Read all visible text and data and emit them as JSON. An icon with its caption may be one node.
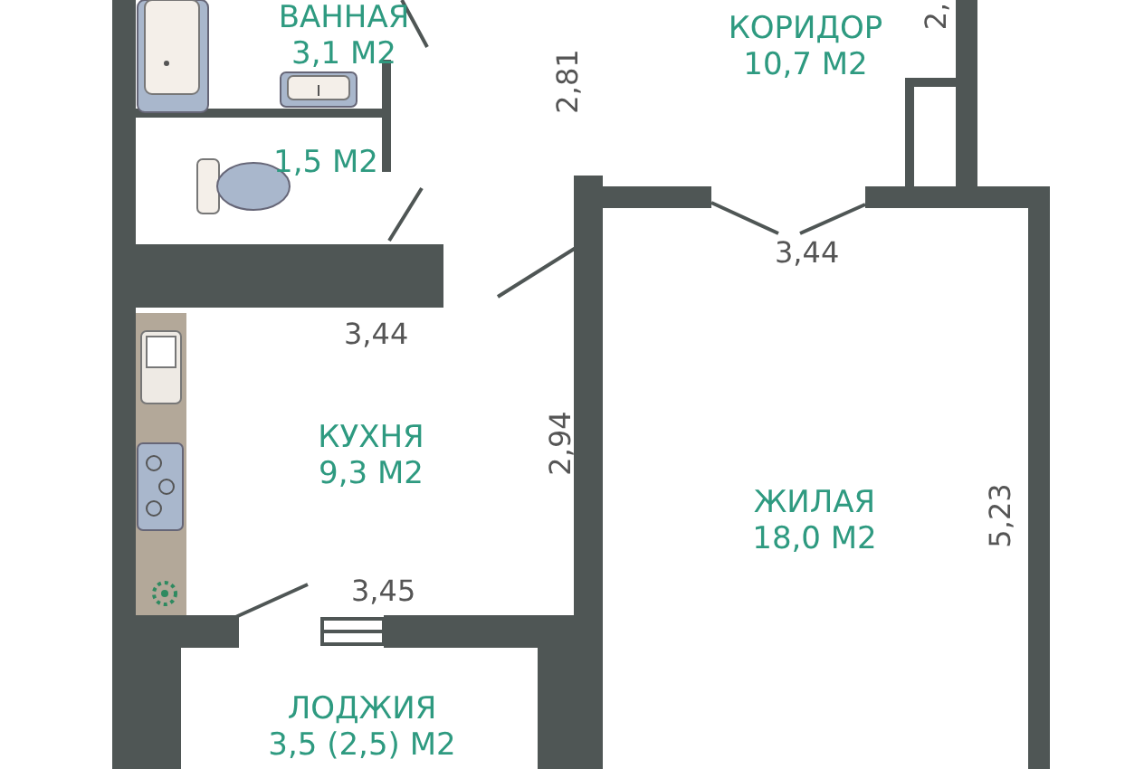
{
  "diagram": {
    "nodes": [
      {
        "text": [
          "ВАННАЯ",
          "3,1 М2"
        ]
      },
      {
        "text": [
          "1,5 М2"
        ]
      },
      {
        "text": [
          "КОРИДОР",
          "10,7 М2"
        ]
      },
      {
        "text": [
          "КУХНЯ",
          "9,3 М2"
        ]
      },
      {
        "text": [
          "ЖИЛАЯ",
          "18,0 М2"
        ]
      },
      {
        "text": [
          "ЛОДЖИЯ",
          "3,5 (2,5) М2"
        ]
      }
    ],
    "labels": [
      "2,81",
      "2,",
      "3,44",
      "3,44",
      "2,94",
      "5,23",
      "3,45"
    ]
  }
}
